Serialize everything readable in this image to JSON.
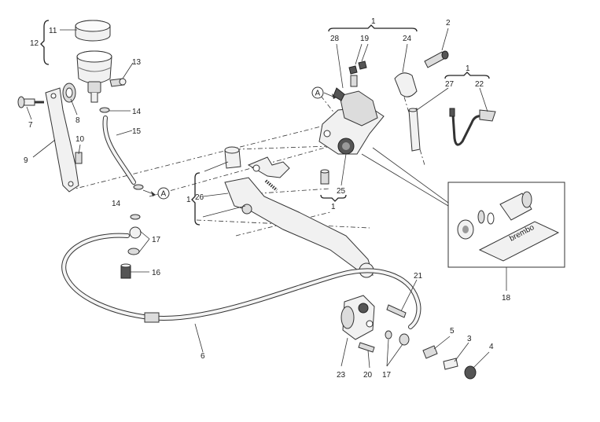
{
  "diagram": {
    "part_labels": {
      "p1_top": "1",
      "p1_bracket": "1",
      "p1_left": "1",
      "p1_sub": "1",
      "p2": "2",
      "p3": "3",
      "p4": "4",
      "p5": "5",
      "p6": "6",
      "p7": "7",
      "p8": "8",
      "p9": "9",
      "p10": "10",
      "p11": "11",
      "p12": "12",
      "p13": "13",
      "p14a": "14",
      "p14b": "14",
      "p15": "15",
      "p16": "16",
      "p17a": "17",
      "p17b": "17",
      "p18": "18",
      "p19": "19",
      "p20": "20",
      "p21": "21",
      "p22": "22",
      "p23": "23",
      "p24": "24",
      "p25": "25",
      "p26": "26",
      "p27": "27",
      "p28": "28"
    },
    "ref_markers": {
      "a_left": "A",
      "a_right": "A"
    },
    "kit_brand": "brembo"
  }
}
